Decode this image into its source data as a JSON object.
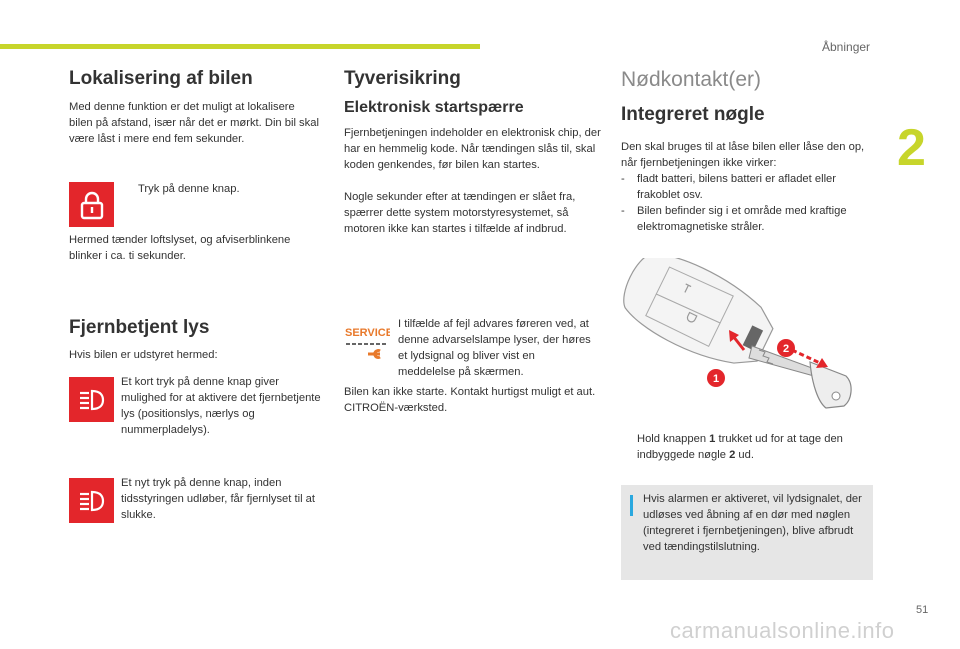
{
  "header": {
    "section": "Åbninger",
    "chapter": "2",
    "page_number": "51",
    "watermark": "carmanualsonline.info"
  },
  "col1": {
    "locate": {
      "title": "Lokalisering af bilen",
      "intro": "Med denne funktion er det muligt at lokalisere bilen på afstand, især når det er mørkt. Din bil skal være låst i mere end fem sekunder.",
      "step_bullet": "",
      "step_text": "Tryk på denne knap.",
      "result": "Hermed tænder loftslyset, og afviserblinkene blinker i ca. ti sekunder.",
      "icon": "lock-icon"
    },
    "remote_light": {
      "title": "Fjernbetjent lys",
      "intro": "Hvis bilen er udstyret hermed:",
      "item1": "Et kort tryk på denne knap giver mulighed for at aktivere det fjernbetjente lys (positionslys, nærlys og nummerpladelys).",
      "item2": "Et nyt tryk på denne knap, inden tidsstyringen udløber, får fjernlyset til at slukke.",
      "icon": "headlight-icon"
    }
  },
  "col2": {
    "title": "Tyverisikring",
    "subtitle": "Elektronisk startspærre",
    "para1": "Fjernbetjeningen indeholder en elektronisk chip, der har en hemmelig kode. Når tændingen slås til, skal koden genkendes, før bilen kan startes.",
    "para2": "Nogle sekunder efter at tændingen er slået fra, spærrer dette system motorstyresystemet, så motoren ikke kan startes i tilfælde af indbrud.",
    "service_label": "SERVICE",
    "service_text": "I tilfælde af fejl advares føreren ved, at denne advarselslampe lyser, der høres et lydsignal og bliver vist en meddelelse på skærmen.",
    "final": "Bilen kan ikke starte. Kontakt hurtigst muligt et aut. CITROËN-værksted."
  },
  "col3": {
    "title": "Nødkontakt(er)",
    "subtitle": "Integreret nøgle",
    "intro": "Den skal bruges til at låse bilen eller låse den op, når fjernbetjeningen ikke virker:",
    "list": [
      "fladt batteri, bilens batteri er afladet eller frakoblet osv.",
      "Bilen befinder sig i et område med kraftige elektromagnetiske stråler."
    ],
    "callout1": "1",
    "callout2": "2",
    "step_bullet": "",
    "step_pre": "Hold knappen ",
    "step_b1": "1",
    "step_mid": " trukket ud for at tage den indbyggede nøgle ",
    "step_b2": "2",
    "step_post": " ud.",
    "info": "Hvis alarmen er aktiveret, vil lydsignalet, der udløses ved åbning af en dør med nøglen (integreret i fjernbetjeningen), blive afbrudt ved tændingstilslutning."
  },
  "colors": {
    "accent_green": "#c7d52b",
    "icon_red": "#e3262b",
    "info_blue": "#2aa8df",
    "service_orange": "#e8792b",
    "info_box_bg": "#e6e6e6"
  }
}
